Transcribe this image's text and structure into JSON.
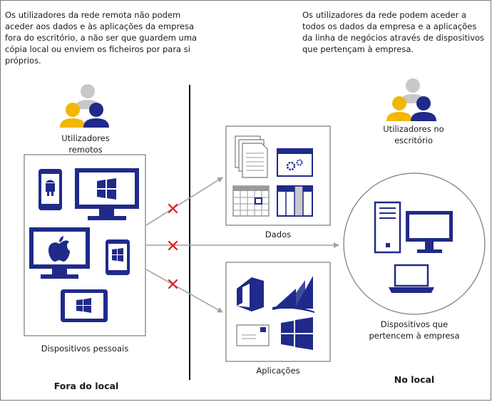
{
  "left_note": "Os utilizadores da rede remota não podem aceder aos dados e às aplicações da empresa fora do escritório, a não ser que guardem uma cópia local ou enviem os ficheiros por para si próprios.",
  "right_note": "Os utilizadores da rede podem aceder a todos os dados da empresa e a aplicações da linha de negócios através de dispositivos que pertençam à empresa.",
  "remote_users_label": "Utilizadores remotos",
  "office_users_label": "Utilizadores no escritório",
  "personal_devices_label": "Dispositivos pessoais",
  "data_label": "Dados",
  "applications_label": "Aplicações",
  "company_devices_label": "Dispositivos que pertencem à empresa",
  "offsite_label": "Fora do local",
  "onsite_label": "No local",
  "colors": {
    "navy": "#1f2a8a",
    "gold": "#f2b705",
    "gray": "#c8c8c8",
    "blocked": "#e01b1b",
    "arrow": "#a0a0a0"
  }
}
